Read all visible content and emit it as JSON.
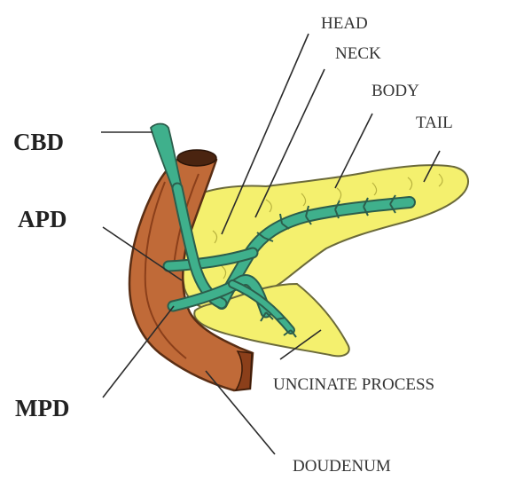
{
  "labels": {
    "head": "HEAD",
    "neck": "NECK",
    "body": "BODY",
    "tail": "TAIL",
    "uncinate": "UNCINATE PROCESS",
    "duodenum": "DOUDENUM",
    "cbd": "CBD",
    "apd": "APD",
    "mpd": "MPD"
  },
  "colors": {
    "pancreas_fill": "#f4f06e",
    "pancreas_outline": "#6b6a3a",
    "duct_fill": "#3fb08c",
    "duct_outline": "#2c5e4c",
    "duodenum_fill": "#c06a38",
    "duodenum_outline": "#5a2e14",
    "duodenum_dark": "#8b3f1a",
    "leader_lines": "#2b2b2b"
  }
}
